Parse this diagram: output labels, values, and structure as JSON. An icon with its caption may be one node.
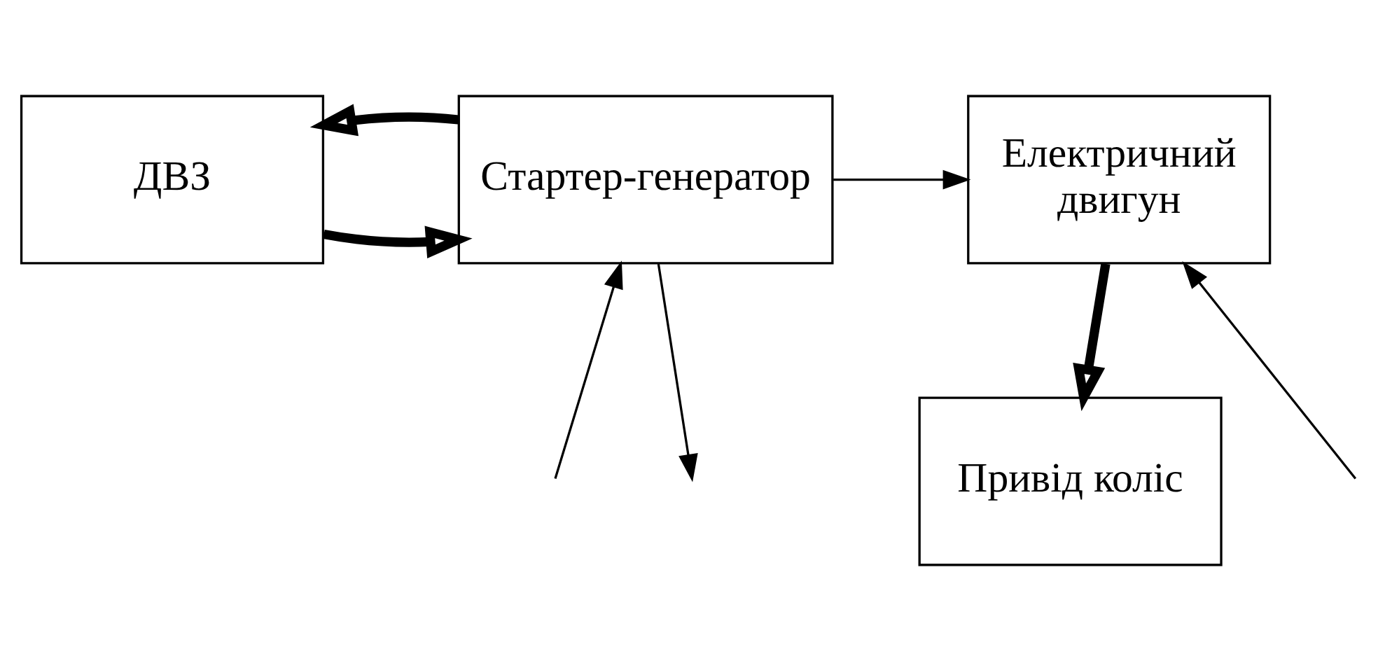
{
  "diagram": {
    "nodes": [
      {
        "text": [
          "ДВЗ"
        ]
      },
      {
        "text": [
          "Стартер-генератор"
        ]
      },
      {
        "text": [
          "Електричний",
          "двигун"
        ]
      },
      {
        "text": [
          "Привід коліс"
        ]
      }
    ],
    "edges": [
      {
        "from": 0,
        "to": 1,
        "arrow": "to",
        "style": "thick"
      },
      {
        "from": 1,
        "to": 0,
        "arrow": "to",
        "style": "thick"
      },
      {
        "from": 1,
        "to": 2,
        "arrow": "to"
      },
      {
        "from": null,
        "to": 1,
        "arrow": "to"
      },
      {
        "from": 1,
        "to": null,
        "arrow": "to"
      },
      {
        "from": null,
        "to": 2,
        "arrow": "to"
      },
      {
        "from": 2,
        "to": 3,
        "arrow": "to",
        "style": "thick"
      }
    ]
  }
}
